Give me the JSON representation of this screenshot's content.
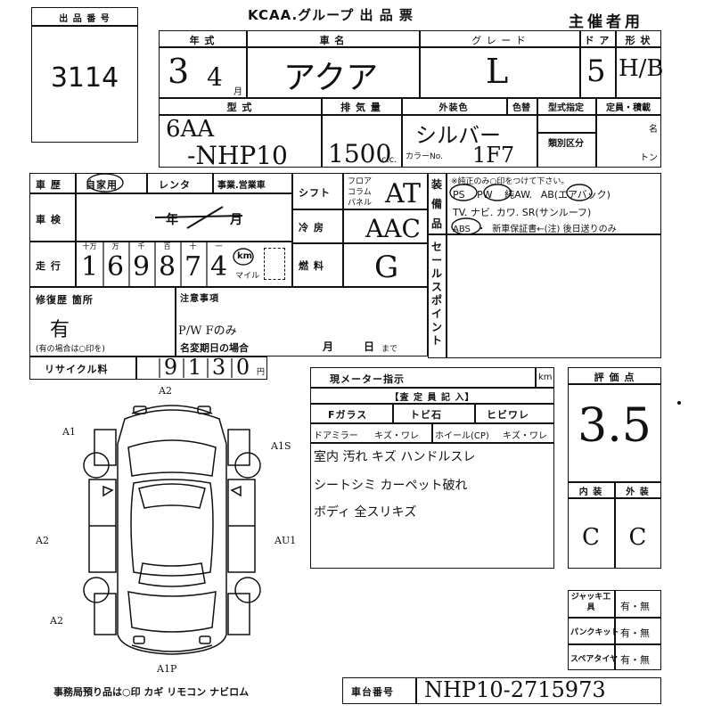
{
  "lot": {
    "label": "出 品 番 号",
    "number": "3114"
  },
  "header": {
    "title": "KCAA.グループ 出 品 票",
    "role": "主催者用"
  },
  "row1": {
    "year_label": "年 式",
    "car_label": "車 名",
    "grade_label": "グ レ ー ド",
    "doors_label": "ド ア",
    "shape_label": "形 状",
    "year_value": "3",
    "year_sub": "4",
    "year_unit": "月",
    "car_value": "アクア",
    "grade_value": "L",
    "doors_value": "5",
    "shape_value": "H/B"
  },
  "row2": {
    "model_label": "型 式",
    "displacement_label": "排 気 量",
    "color_label": "外装色",
    "color_change_label": "色替",
    "designation_label": "型式指定",
    "capacity_label": "定員・積載",
    "category_label": "類別区分",
    "color_no_label": "カラーNo.",
    "model_value_1": "6AA",
    "model_value_2": "-NHP10",
    "displacement_value": "1500",
    "cc_unit": "c.c.",
    "color_value": "シルバー",
    "color_no_value": "1F7",
    "person_unit": "名",
    "ton_unit": "トン"
  },
  "history": {
    "label": "車 歴",
    "own": "自家用",
    "rental": "レンタ",
    "business": "事業.営業車"
  },
  "inspection": {
    "label": "車 検",
    "year": "年",
    "month": "月"
  },
  "mileage": {
    "label": "走 行",
    "columns": [
      "十万",
      "万",
      "千",
      "百",
      "十",
      "一"
    ],
    "digits": [
      "1",
      "6",
      "9",
      "8",
      "7",
      "4"
    ],
    "km": "km",
    "mile": "マイル"
  },
  "shift": {
    "label": "シフト",
    "options": [
      "フロア",
      "コラム",
      "パネル"
    ],
    "value": "AT"
  },
  "ac": {
    "label": "冷 房",
    "value": "AAC"
  },
  "fuel": {
    "label": "燃 料",
    "value": "G"
  },
  "equipment": {
    "label": [
      "装",
      "備",
      "品"
    ],
    "note": "※純正のみ○印をつけて下さい。",
    "line1": [
      "PS",
      "PW",
      "純AW.",
      "AB",
      "(エアバック)"
    ],
    "line2": "TV. ナビ. カワ. SR(サンルーフ)",
    "line3": [
      "ABS",
      "・",
      "新車保証書←(注) 後日送りのみ"
    ]
  },
  "sales_point": {
    "label": [
      "セ",
      "ー",
      "ル",
      "ス",
      "ポ",
      "イ",
      "ン",
      "ト"
    ]
  },
  "repair": {
    "label": "修復歴 箇所",
    "value": "有",
    "note": "(有の場合は○印を)"
  },
  "notes": {
    "label": "注意事項",
    "value": "P/W Fのみ",
    "expiry_label": "名変期日の場合",
    "month": "月",
    "day": "日",
    "until": "まで"
  },
  "recycle": {
    "label": "リサイクル料",
    "value": "9130",
    "unit": "円"
  },
  "meter": {
    "label": "現メーター指示",
    "unit": "km"
  },
  "inspector": {
    "header": "【査 定 員 記 入】",
    "fglass": "Fガラス",
    "chip": "トビ石",
    "crack": "ヒビワレ",
    "mirror": "ドアミラー",
    "mirror_val": "キズ・ワレ",
    "wheel": "ホイール(CP)",
    "wheel_val": "キズ・ワレ",
    "remarks": [
      "室内 汚れ キズ ハンドルスレ",
      "シートシミ カーペット破れ",
      "ボディ 全スリキズ"
    ]
  },
  "score": {
    "label": "評 価 点",
    "value": "3.5",
    "interior_label": "内 装",
    "exterior_label": "外 装",
    "interior_value": "C",
    "exterior_value": "C"
  },
  "tools": {
    "rows": [
      {
        "label": "ジャッキ工 具",
        "value": "有・無"
      },
      {
        "label": "パンクキット",
        "value": "有・無"
      },
      {
        "label": "スペアタイヤ",
        "value": "有・無"
      }
    ]
  },
  "diagram": {
    "marks": [
      "A2",
      "A1",
      "A1S",
      "A2",
      "AU1",
      "A2",
      "A1P"
    ]
  },
  "footer": {
    "office_note": "事務局預り品は○印 カギ リモコン ナビロム"
  },
  "chassis": {
    "label": "車台番号",
    "value": "NHP10-2715973"
  }
}
